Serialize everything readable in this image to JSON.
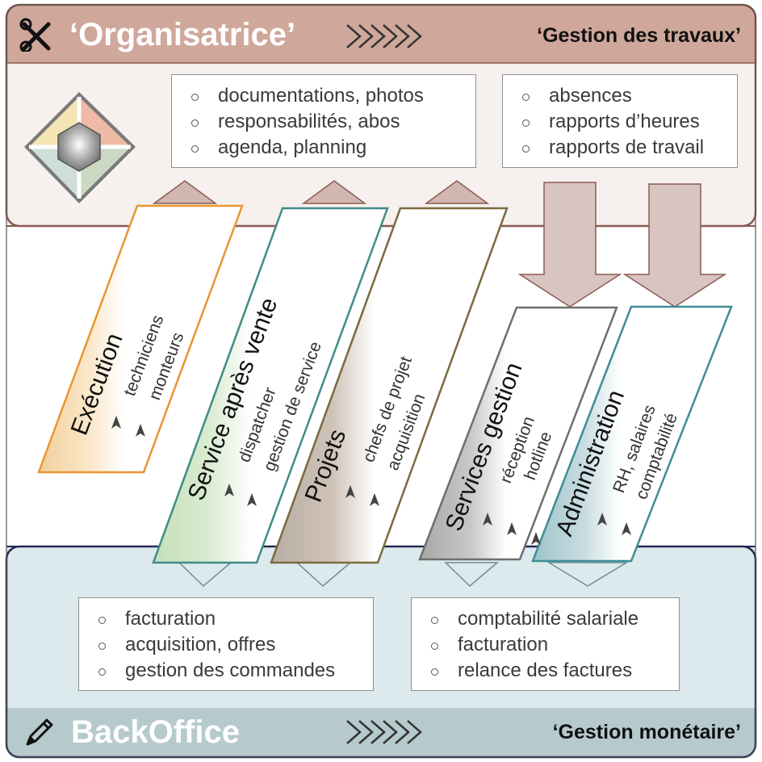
{
  "header": {
    "title": "‘Organisatrice’",
    "subtitle": "‘Gestion des travaux’",
    "icon": "tools-icon"
  },
  "top_boxes": [
    {
      "items": [
        "documentations, photos",
        "responsabilités, abos",
        "agenda, planning"
      ]
    },
    {
      "items": [
        "absences",
        "rapports d’heures",
        "rapports de travail"
      ]
    }
  ],
  "departments": [
    {
      "title": "Exécution",
      "lines": [
        "techniciens",
        "monteurs"
      ],
      "color": "#e8962f"
    },
    {
      "title": "Service après vente",
      "lines": [
        "dispatcher",
        "gestion de service"
      ],
      "color": "#3f8c86"
    },
    {
      "title": "Projets",
      "lines": [
        "chefs de projet",
        "acquisition"
      ],
      "color": "#7b6a3e"
    },
    {
      "title": "Services gestion",
      "lines": [
        "réception",
        "hotline"
      ],
      "color": "#6e6e6e"
    },
    {
      "title": "Administration",
      "lines": [
        "RH, salaires",
        "comptabilité"
      ],
      "color": "#3f8c96"
    }
  ],
  "bottom_boxes": [
    {
      "items": [
        "facturation",
        "acquisition, offres",
        "gestion des commandes"
      ]
    },
    {
      "items": [
        "comptabilité salariale",
        "facturation",
        "relance des factures"
      ]
    }
  ],
  "footer": {
    "title": "BackOffice",
    "subtitle": "‘Gestion monétaire’",
    "icon": "pencil-icon"
  },
  "colors": {
    "header_band": "#cfa79b",
    "top_area": "#f6f0ef",
    "footer_band": "#b6cace",
    "bottom_area": "#dce9ed",
    "frame_border": "#222a55"
  }
}
